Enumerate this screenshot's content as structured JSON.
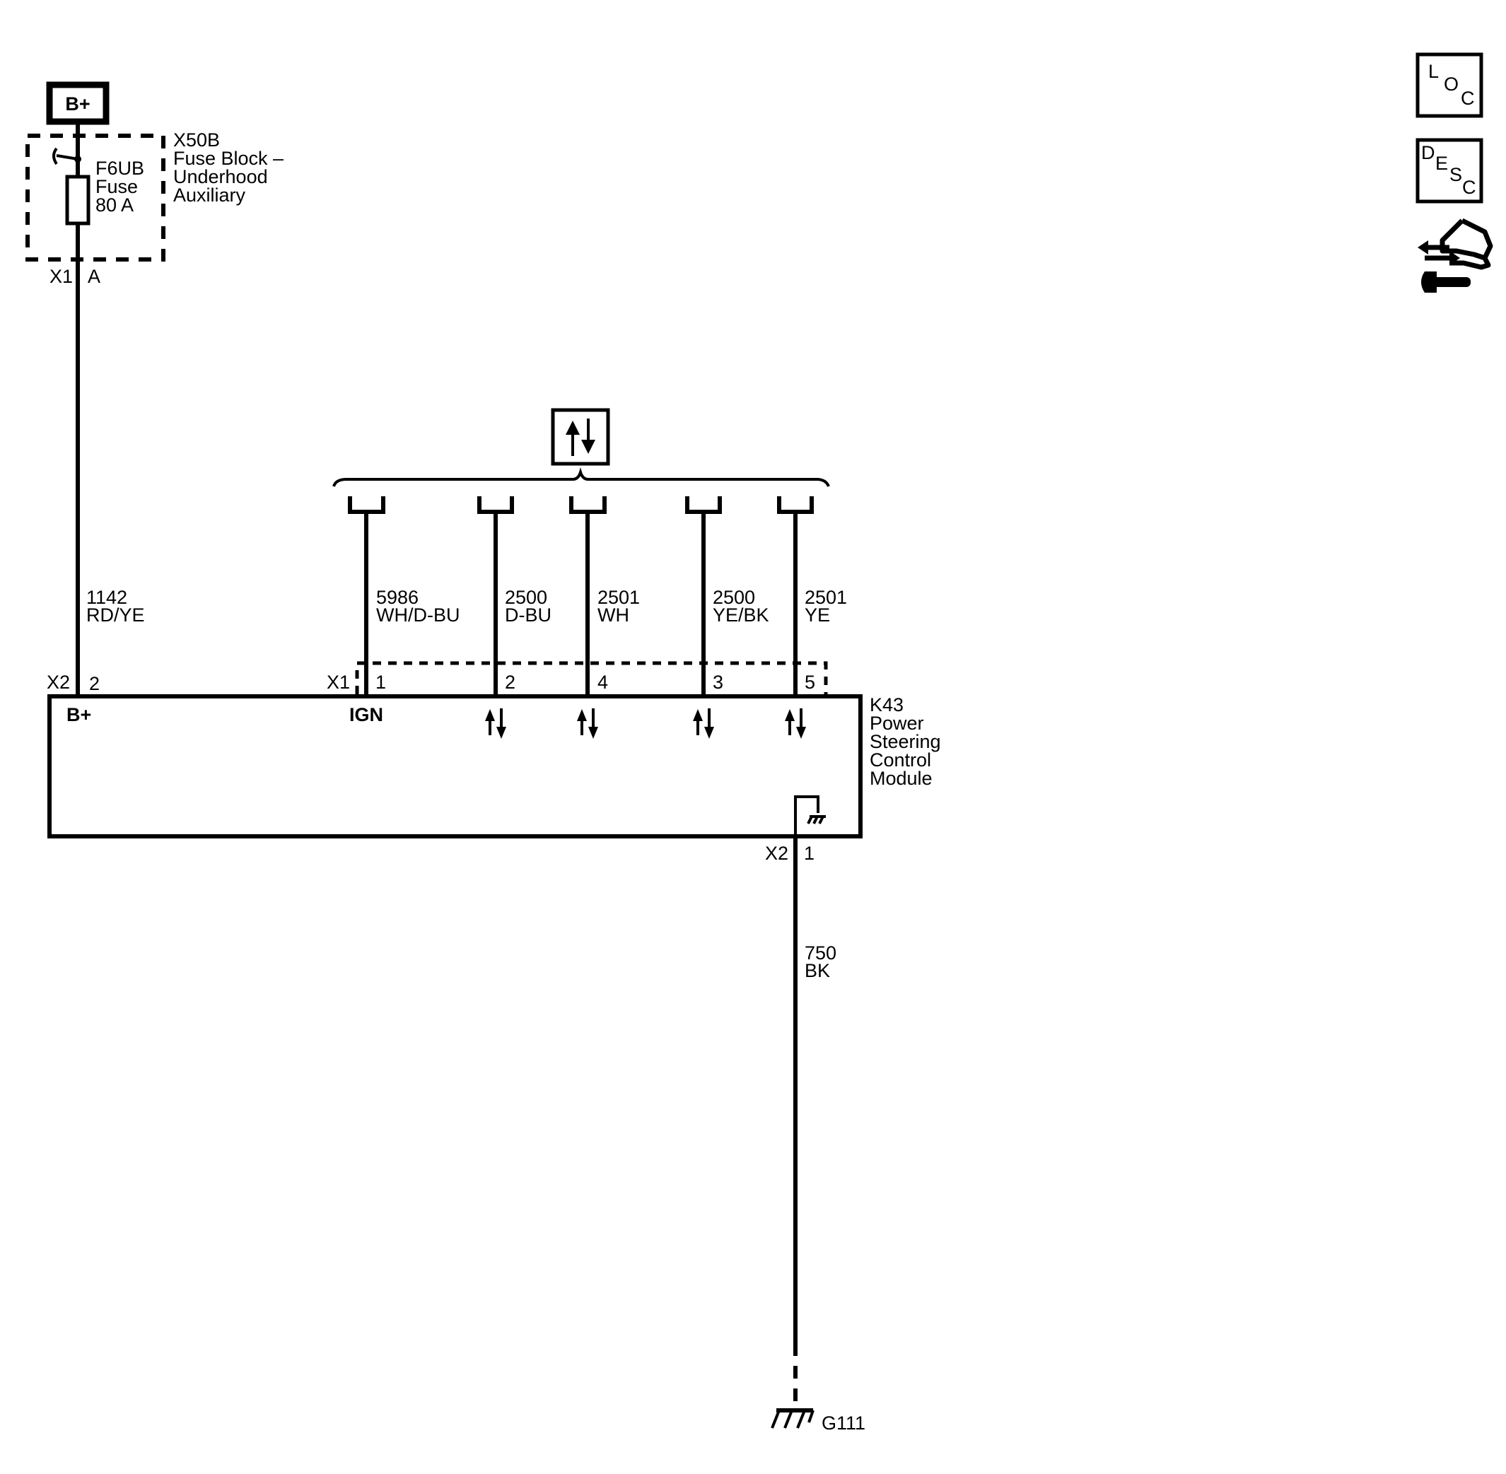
{
  "power_source": {
    "label": "B+"
  },
  "fuse_block": {
    "name": "X50B",
    "desc_line1": "Fuse Block –",
    "desc_line2": "Underhood",
    "desc_line3": "Auxiliary",
    "fuse_name": "F6UB",
    "fuse_word": "Fuse",
    "fuse_rating": "80 A",
    "connector": "X1",
    "pin": "A"
  },
  "wires": [
    {
      "circuit": "1142",
      "color": "RD/YE"
    },
    {
      "circuit": "5986",
      "color": "WH/D-BU"
    },
    {
      "circuit": "2500",
      "color": "D-BU"
    },
    {
      "circuit": "2501",
      "color": "WH"
    },
    {
      "circuit": "2500",
      "color": "YE/BK"
    },
    {
      "circuit": "2501",
      "color": "YE"
    },
    {
      "circuit": "750",
      "color": "BK"
    }
  ],
  "module": {
    "name": "K43",
    "desc_line1": "Power",
    "desc_line2": "Steering",
    "desc_line3": "Control",
    "desc_line4": "Module",
    "bplus_label": "B+",
    "ign_label": "IGN",
    "conn_x2": "X2",
    "conn_x2_pin": "2",
    "conn_x1": "X1",
    "x1_pins": [
      "1",
      "2",
      "4",
      "3",
      "5"
    ],
    "ground_conn": "X2",
    "ground_pin": "1"
  },
  "ground": {
    "label": "G111"
  },
  "side_icons": {
    "loc": [
      "L",
      "O",
      "C"
    ],
    "desc": [
      "D",
      "E",
      "S",
      "C"
    ],
    "third": "network-diagnostic-icon"
  },
  "serial_data_icon": "bidirectional-arrows-icon"
}
